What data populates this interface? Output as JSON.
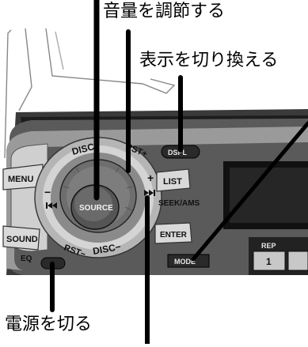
{
  "callouts": {
    "volume": "音量を調節する",
    "display": "表示を切り換える",
    "power": "電源を切る"
  },
  "buttons": {
    "menu": "MENU",
    "source": "SOURCE",
    "sound": "SOUND",
    "eq": "EQ",
    "list": "LIST",
    "seek_ams": "SEEK/AMS",
    "enter": "ENTER",
    "mode": "MODE",
    "disc_plus": "DISC+",
    "disc_minus": "DISC−",
    "rst_plus": "RST+",
    "rst_minus": "RST−",
    "dsp": "DSPL",
    "rep": "REP",
    "preset_1": "1",
    "plus": "+",
    "minus": "−"
  },
  "icons": {
    "next": "skip-forward-icon",
    "prev": "skip-back-icon"
  }
}
